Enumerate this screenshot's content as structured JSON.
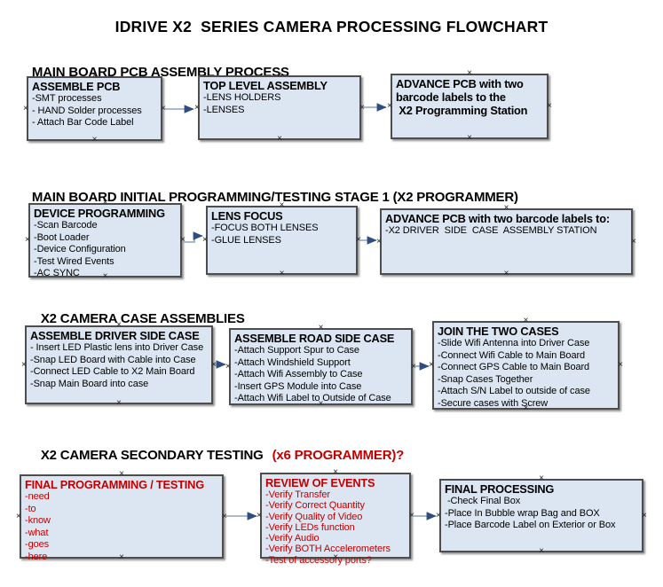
{
  "page_title": "IDRIVE X2  SERIES CAMERA PROCESSING FLOWCHART",
  "icons": {
    "connection_point": "×"
  },
  "colors": {
    "box_fill": "#dce6f2",
    "box_border": "#4d4d4d",
    "accent_red": "#c00000",
    "connector_line": "#8ba3bc",
    "connector_arrowhead": "#2d4e7e"
  },
  "sections": [
    {
      "heading": "MAIN BOARD PCB ASSEMBLY PROCESS",
      "boxes": [
        {
          "title": "ASSEMBLE PCB",
          "items": [
            "-SMT processes",
            "- HAND Solder processes",
            "- Attach Bar Code Label"
          ]
        },
        {
          "title": "TOP LEVEL ASSEMBLY",
          "items": [
            "-LENS HOLDERS",
            "-LENSES"
          ]
        },
        {
          "title": "ADVANCE PCB with two\nbarcode labels to the\n X2 Programming Station",
          "items": []
        }
      ]
    },
    {
      "heading": "MAIN BOARD INITIAL PROGRAMMING/TESTING STAGE 1 (X2 PROGRAMMER)",
      "boxes": [
        {
          "title": "DEVICE PROGRAMMING",
          "items": [
            "-Scan Barcode",
            "-Boot Loader",
            "-Device Configuration",
            "-Test Wired Events",
            "-AC SYNC"
          ]
        },
        {
          "title": "LENS FOCUS",
          "items": [
            "-FOCUS BOTH LENSES",
            "-GLUE LENSES"
          ]
        },
        {
          "title": "ADVANCE PCB with two barcode labels to:",
          "items": [
            "-X2 DRIVER  SIDE  CASE  ASSEMBLY STATION"
          ]
        }
      ]
    },
    {
      "heading": "X2 CAMERA CASE ASSEMBLIES",
      "boxes": [
        {
          "title": "ASSEMBLE DRIVER SIDE CASE",
          "items": [
            "- Insert LED Plastic lens into Driver Case",
            "-Snap LED Board with Cable into Case",
            "-Connect LED Cable to X2 Main Board",
            "-Snap Main Board into case"
          ]
        },
        {
          "title": "ASSEMBLE ROAD SIDE CASE",
          "items": [
            "-Attach Support Spur to Case",
            "-Attach Windshield Support",
            "-Attach Wifi Assembly to Case",
            "-Insert GPS Module into Case",
            "-Attach Wifi Label to Outside of Case"
          ]
        },
        {
          "title": "JOIN THE TWO CASES",
          "items": [
            "-Slide Wifi Antenna into Driver Case",
            "-Connect Wifi Cable to Main Board",
            "-Connect GPS Cable to Main Board",
            "-Snap Cases Together",
            "-Attach S/N Label to outside of case",
            "-Secure cases with Screw"
          ]
        }
      ]
    },
    {
      "heading": "X2 CAMERA SECONDARY TESTING",
      "heading_accent": "(x6 PROGRAMMER)?",
      "boxes": [
        {
          "title": "FINAL PROGRAMMING / TESTING",
          "items": [
            "-need",
            "-to",
            "-know",
            "-what",
            "-goes",
            "-here"
          ]
        },
        {
          "title": "REVIEW OF EVENTS",
          "items": [
            "-Verify Transfer",
            "-Verify Correct Quantity",
            "-Verify Quality of Video",
            "-Verify LEDs function",
            "-Verify Audio",
            "-Verify BOTH Accelerometers",
            "-Test of accessory ports?"
          ]
        },
        {
          "title": "FINAL PROCESSING",
          "items": [
            " -Check Final Box",
            "-Place In Bubble wrap Bag and BOX",
            "-Place Barcode Label on Exterior or Box"
          ]
        }
      ]
    }
  ]
}
